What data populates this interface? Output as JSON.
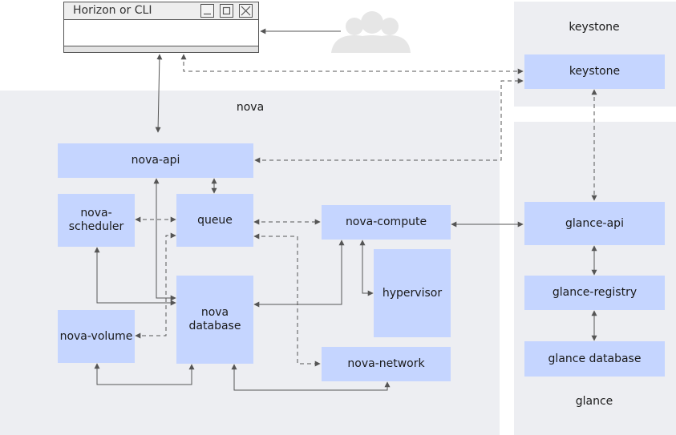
{
  "colors": {
    "panel_bg": "#edeef2",
    "node_fill": "#c5d5ff",
    "line": "#555555",
    "users_icon": "#e6e6e6"
  },
  "window": {
    "title": "Horizon or CLI",
    "buttons": [
      "minimize-icon",
      "maximize-icon",
      "close-icon"
    ]
  },
  "users_icon": "users-icon",
  "regions": {
    "nova": "nova",
    "keystone": "keystone",
    "glance": "glance"
  },
  "nodes": {
    "keystone": "keystone",
    "nova_api": "nova-api",
    "nova_scheduler": "nova-\nscheduler",
    "queue": "queue",
    "nova_compute": "nova-compute",
    "hypervisor": "hypervisor",
    "nova_database": "nova\ndatabase",
    "nova_volume": "nova-volume",
    "nova_network": "nova-network",
    "glance_api": "glance-api",
    "glance_registry": "glance-registry",
    "glance_database": "glance database"
  }
}
